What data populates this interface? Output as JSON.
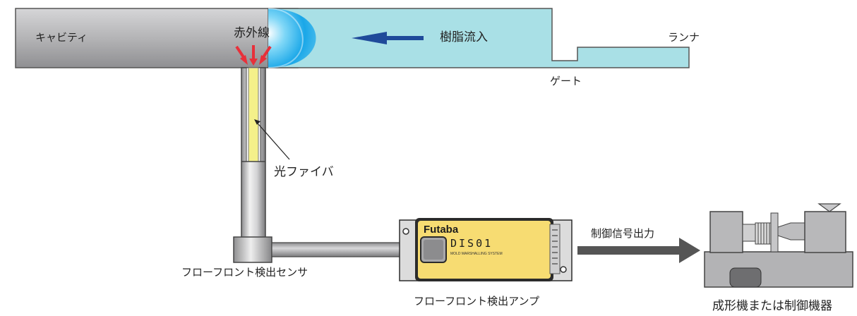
{
  "labels": {
    "cavity": "キャビティ",
    "infrared": "赤外線",
    "resin_inflow": "樹脂流入",
    "runner": "ランナ",
    "gate": "ゲート",
    "optical_fiber": "光ファイバ",
    "sensor": "フローフロント検出センサ",
    "amplifier": "フローフロント検出アンプ",
    "control_signal": "制御信号出力",
    "machine": "成形機または制御機器"
  },
  "amp": {
    "brand": "Futaba",
    "model": "DIS01",
    "tagline": "MOLD MARSHALLING SYSTEM"
  },
  "colors": {
    "cavity_gray": "#b9b9bb",
    "resin_cyan": "#a9e0e6",
    "resin_core": "#1aa7e8",
    "flow_arrow": "#1f4a9a",
    "infrared_red": "#e8303a",
    "fiber_yellow": "#f4f08a",
    "amp_yellow": "#f7dc72",
    "amp_border": "#2b2b2b"
  }
}
